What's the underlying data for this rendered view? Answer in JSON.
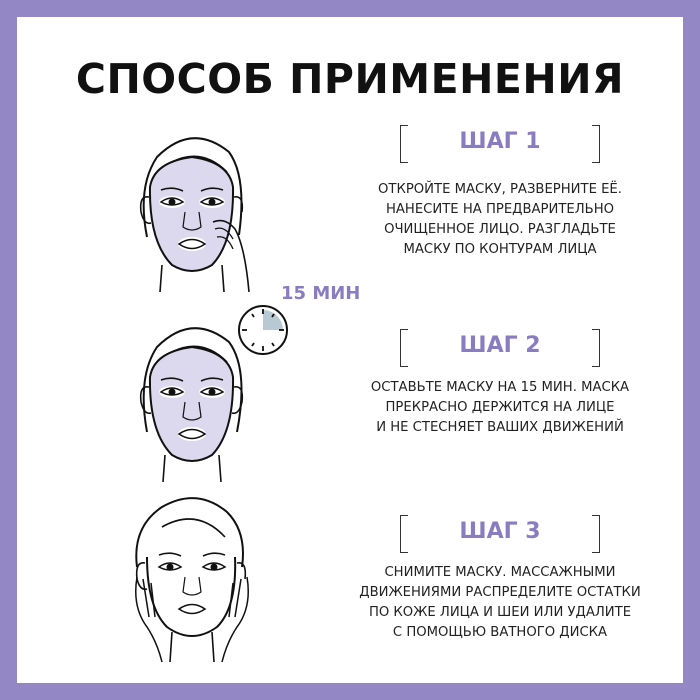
{
  "title": "СПОСОБ ПРИМЕНЕНИЯ",
  "colors": {
    "frame": "#9387c6",
    "accent": "#8a7cc0",
    "mask": "#dcd8ee",
    "timer_fill": "#b9c9d3"
  },
  "timer": {
    "label": "15 МИН",
    "icon": "stopwatch-icon"
  },
  "steps": [
    {
      "label": "ШАГ 1",
      "illustration": "face-applying-mask",
      "lines": [
        "ОТКРОЙТЕ МАСКУ, РАЗВЕРНИТЕ ЕЁ.",
        "НАНЕСИТЕ НА ПРЕДВАРИТЕЛЬНО",
        "ОЧИЩЕННОЕ ЛИЦО. РАЗГЛАДЬТЕ",
        "МАСКУ ПО КОНТУРАМ ЛИЦА"
      ]
    },
    {
      "label": "ШАГ 2",
      "illustration": "face-wearing-mask",
      "lines": [
        "ОСТАВЬТЕ МАСКУ НА 15 МИН. МАСКА",
        "ПРЕКРАСНО ДЕРЖИТСЯ НА ЛИЦЕ",
        "И НЕ СТЕСНЯЕТ ВАШИХ ДВИЖЕНИЙ"
      ]
    },
    {
      "label": "ШАГ 3",
      "illustration": "face-massaging",
      "lines": [
        "СНИМИТЕ МАСКУ. МАССАЖНЫМИ",
        "ДВИЖЕНИЯМИ РАСПРЕДЕЛИТЕ ОСТАТКИ",
        "ПО КОЖЕ ЛИЦА И ШЕИ ИЛИ УДАЛИТЕ",
        "С ПОМОЩЬЮ ВАТНОГО ДИСКА"
      ]
    }
  ]
}
